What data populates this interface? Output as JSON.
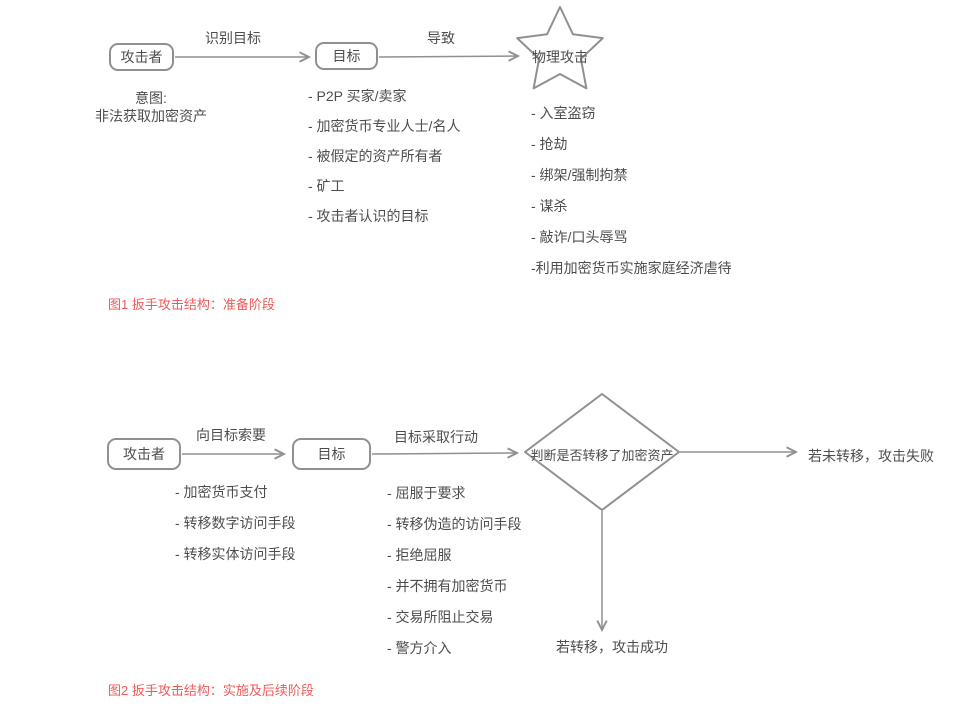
{
  "colors": {
    "line": "#909090",
    "text": "#4d4d4d",
    "caption_red": "#ee5a5a"
  },
  "fig1": {
    "attacker_box": "攻击者",
    "attacker_note_line1": "意图:",
    "attacker_note_line2": "非法获取加密资产",
    "edge1_label": "识别目标",
    "target_box": "目标",
    "edge2_label": "导致",
    "star_label": "物理攻击",
    "target_items": {
      "0": "- P2P 买家/卖家",
      "1": "- 加密货币专业人士/名人",
      "2": "- 被假定的资产所有者",
      "3": "- 矿工",
      "4": "- 攻击者认识的目标"
    },
    "attack_items": {
      "0": "- 入室盗窃",
      "1": "- 抢劫",
      "2": "- 绑架/强制拘禁",
      "3": "- 谋杀",
      "4": "- 敲诈/口头辱骂",
      "5": "-利用加密货币实施家庭经济虐待"
    },
    "caption": "图1 扳手攻击结构：准备阶段"
  },
  "fig2": {
    "attacker_box": "攻击者",
    "edge1_label": "向目标索要",
    "target_box": "目标",
    "edge2_label": "目标采取行动",
    "decision_label": "判断是否转移了加密资产",
    "fail_label": "若未转移，攻击失败",
    "success_label": "若转移，攻击成功",
    "attacker_items": {
      "0": "- 加密货币支付",
      "1": "- 转移数字访问手段",
      "2": "- 转移实体访问手段"
    },
    "target_items": {
      "0": "- 屈服于要求",
      "1": "- 转移伪造的访问手段",
      "2": "- 拒绝屈服",
      "3": "- 并不拥有加密货币",
      "4": "- 交易所阻止交易",
      "5": "- 警方介入"
    },
    "caption": "图2 扳手攻击结构：实施及后续阶段"
  }
}
